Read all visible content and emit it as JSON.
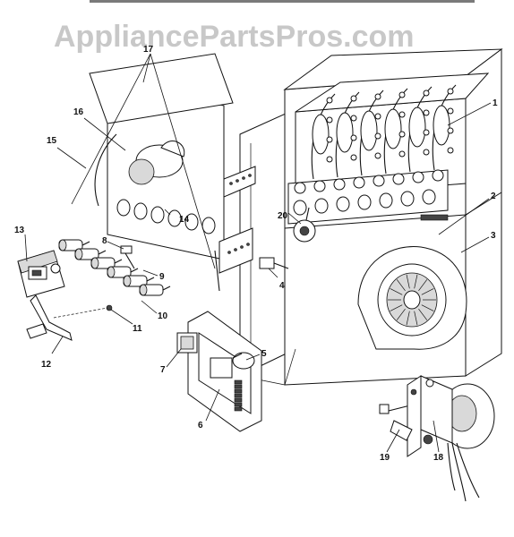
{
  "watermark": "AppliancePartsPros.com",
  "callouts": {
    "c1": "1",
    "c2": "2",
    "c3": "3",
    "c4": "4",
    "c5": "5",
    "c6": "6",
    "c7": "7",
    "c8": "8",
    "c9": "9",
    "c10": "10",
    "c11": "11",
    "c12": "12",
    "c13": "13",
    "c14": "14",
    "c15": "15",
    "c16": "16",
    "c17": "17",
    "c18": "18",
    "c19": "19",
    "c20": "20"
  }
}
